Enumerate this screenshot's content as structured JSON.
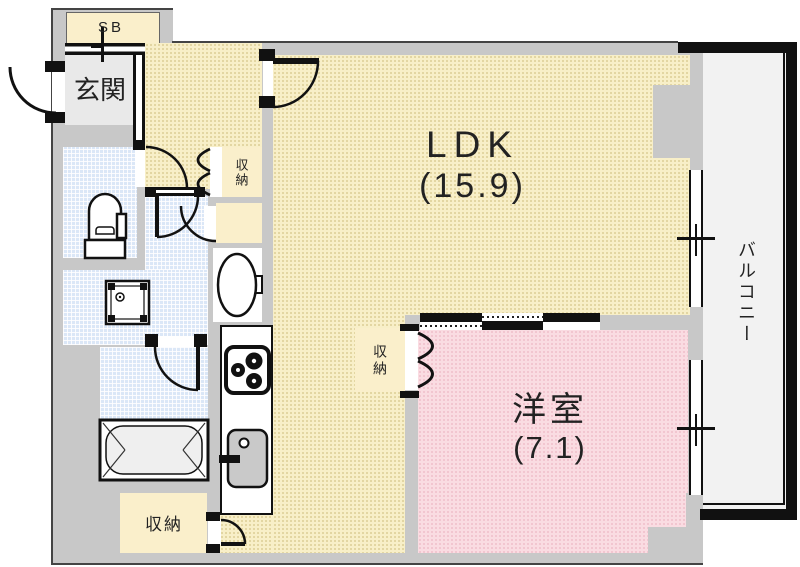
{
  "plan": {
    "type": "apartment-floor-plan",
    "labels": {
      "shoe_box": "SB",
      "entrance": "玄関",
      "ldk_name": "LDK",
      "ldk_area": "(15.9)",
      "western_name": "洋室",
      "western_area": "(7.1)",
      "balcony": "バルコニー",
      "storage_hall": "収納",
      "storage_bedroom": "収納",
      "storage_bottom": "収納"
    },
    "colors": {
      "ldk": "#f8efc8",
      "western": "#fadce2",
      "wet_area": "#dbe7f7",
      "closet": "#faefcb",
      "wall": "#c8c8c8",
      "entrance_floor": "#e9e9e9",
      "balcony_floor": "#f2f2f2",
      "line": "#111111"
    }
  }
}
